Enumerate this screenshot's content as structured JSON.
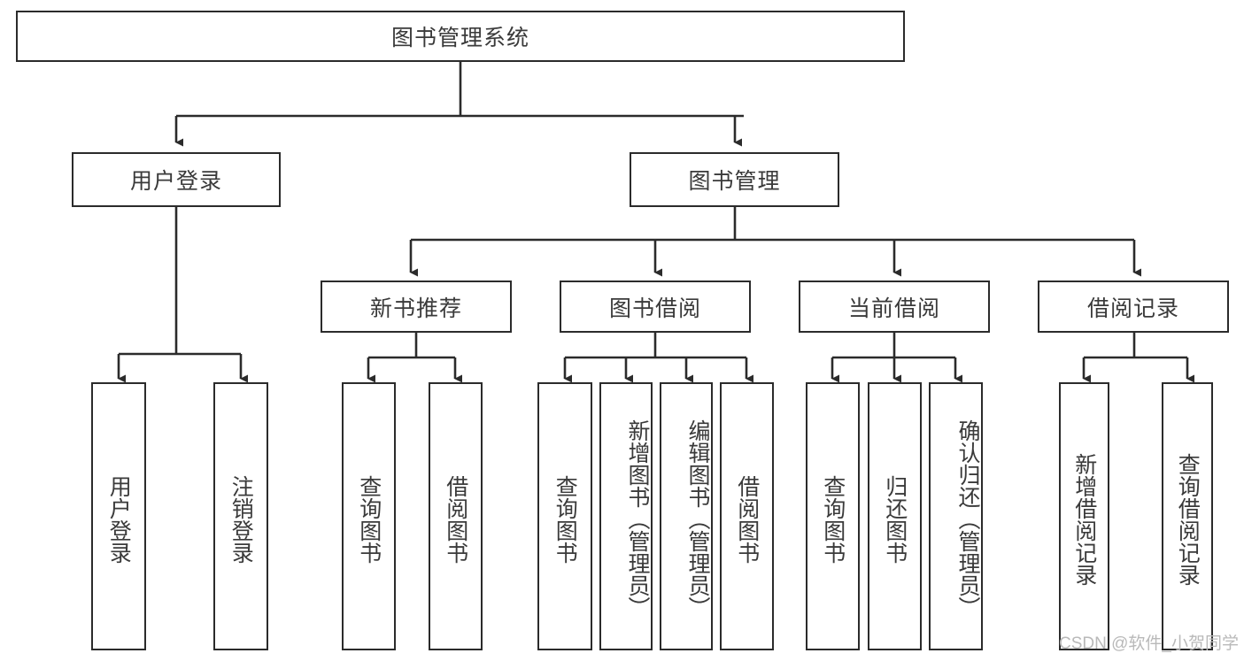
{
  "diagram": {
    "type": "tree",
    "title": "图书管理系统",
    "watermark": "CSDN @软件_小贺同学",
    "colors": {
      "box_border": "#2b2b2b",
      "box_fill": "#ffffff",
      "text": "#3a3a3a",
      "connector": "#2b2b2b",
      "watermark": "#b9b9b9",
      "background": "#ffffff"
    },
    "levels": {
      "root": {
        "label": "图书管理系统"
      },
      "level2": [
        {
          "label": "用户登录"
        },
        {
          "label": "图书管理"
        }
      ],
      "level3": [
        {
          "label": "新书推荐"
        },
        {
          "label": "图书借阅"
        },
        {
          "label": "当前借阅"
        },
        {
          "label": "借阅记录"
        }
      ]
    },
    "leaves": {
      "user_login": [
        {
          "label": "用户登录"
        },
        {
          "label": "注销登录"
        }
      ],
      "new_book_recommend": [
        {
          "label": "查询图书"
        },
        {
          "label": "借阅图书"
        }
      ],
      "book_borrow": [
        {
          "label": "查询图书"
        },
        {
          "label": "新增图书（管理员）"
        },
        {
          "label": "编辑图书（管理员）"
        },
        {
          "label": "借阅图书"
        }
      ],
      "current_borrow": [
        {
          "label": "查询图书"
        },
        {
          "label": "归还图书"
        },
        {
          "label": "确认归还（管理员）"
        }
      ],
      "borrow_record": [
        {
          "label": "新增借阅记录"
        },
        {
          "label": "查询借阅记录"
        }
      ]
    }
  }
}
